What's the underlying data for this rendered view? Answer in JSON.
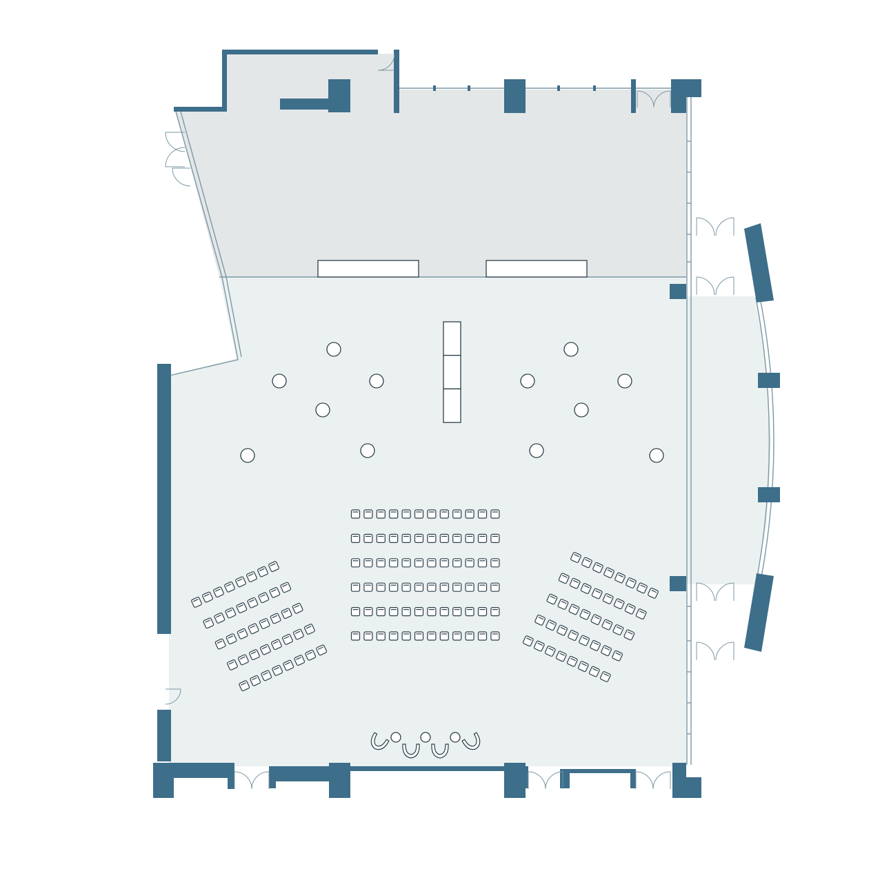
{
  "plan": {
    "colors": {
      "wall": "#3d6e8a",
      "prefunction_floor": "#e4e7e8",
      "ballroom_floor": "#ebf1f1",
      "line": "#7c97a4",
      "furniture": "#2d3e48",
      "background": "#ffffff"
    },
    "layout": {
      "center_block": {
        "rows": 6,
        "chairs_per_row": 12
      },
      "left_wing": {
        "rows": 5,
        "chairs_per_row": 8
      },
      "right_wing": {
        "rows": 5,
        "chairs_per_row": 8
      },
      "cocktail_tables": 12,
      "buffet_table_segments": 3,
      "stage_lounge_chairs": 4,
      "stage_side_tables": 3
    }
  }
}
